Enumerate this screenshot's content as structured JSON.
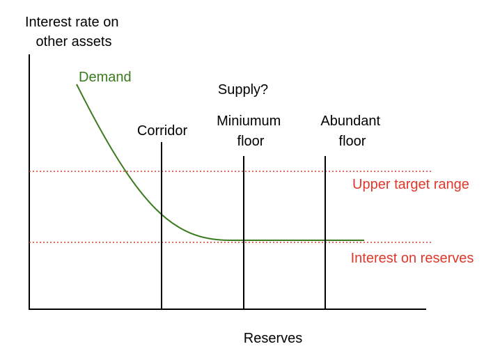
{
  "diagram": {
    "y_axis_label": [
      "Interest rate on",
      "other assets"
    ],
    "x_axis_label": "Reserves",
    "supply_heading": "Supply?",
    "demand_label": "Demand",
    "supply_lines": [
      {
        "label": [
          "Corridor"
        ]
      },
      {
        "label": [
          "Miniumum",
          "floor"
        ]
      },
      {
        "label": [
          "Abundant",
          "floor"
        ]
      }
    ],
    "rate_lines": [
      {
        "label": "Upper target range"
      },
      {
        "label": "Interest on reserves"
      }
    ],
    "colors": {
      "axis": "#000000",
      "demand": "#3a7a1e",
      "rate_line": "#e0372a",
      "rate_label": "#e0372a",
      "text": "#000000"
    }
  }
}
